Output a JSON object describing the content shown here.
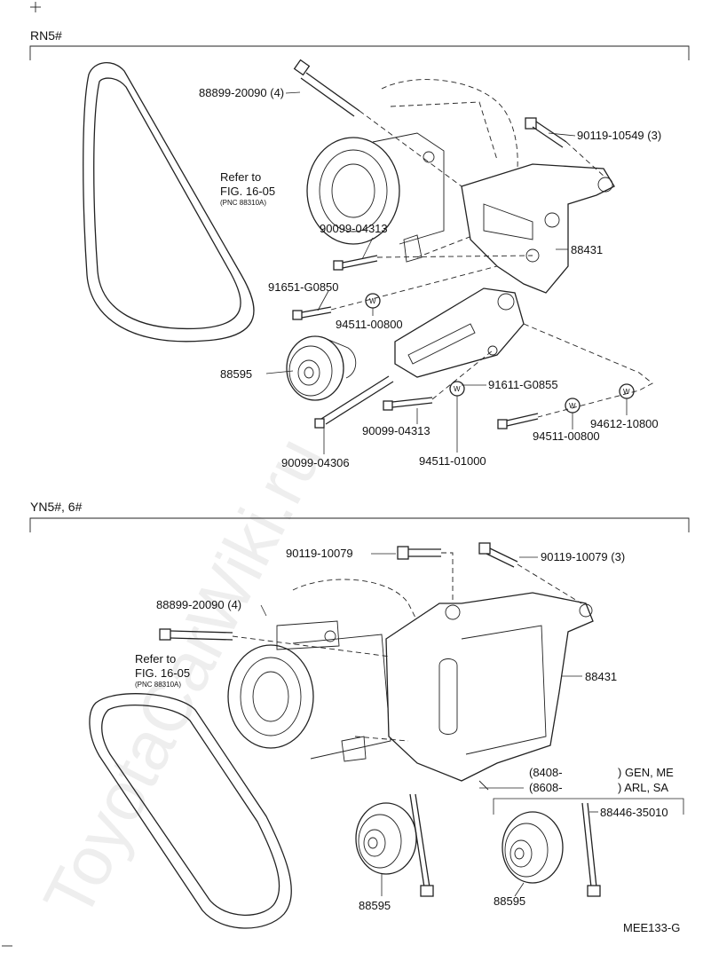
{
  "watermark": "ToyotaCarWiki.ru",
  "top": {
    "header": "RN5#",
    "labels": {
      "bolt_88899": "88899-20090 (4)",
      "bolt_90119": "90119-10549 (3)",
      "refer_line1": "Refer to",
      "refer_line2": "FIG. 16-05",
      "refer_pnc": "(PNC 88310A)",
      "bolt_90099_a": "90099-04313",
      "bracket": "88431",
      "bolt_91651": "91651-G0850",
      "washer_94511_a": "94511-00800",
      "pulley": "88595",
      "bolt_91611": "91611-G0855",
      "bolt_90099_b": "90099-04313",
      "washer_94511_b": "94511-00800",
      "washer_94612": "94612-10800",
      "bolt_90099_c": "90099-04306",
      "washer_94511_c": "94511-01000",
      "washer_mark": "W"
    }
  },
  "bottom": {
    "header": "YN5#, 6#",
    "labels": {
      "bolt_90119_a": "90119-10079",
      "bolt_90119_b": "90119-10079 (3)",
      "bolt_88899": "88899-20090 (4)",
      "refer_line1": "Refer to",
      "refer_line2": "FIG. 16-05",
      "refer_pnc": "(PNC 88310A)",
      "bracket": "88431",
      "range_1": "(8408-",
      "range_1_note": ") GEN, ME",
      "range_2": "(8608-",
      "range_2_note": ") ARL, SA",
      "bolt_88446": "88446-35010",
      "pulley_a": "88595",
      "pulley_b": "88595"
    }
  },
  "figure_code": "MEE133-G"
}
